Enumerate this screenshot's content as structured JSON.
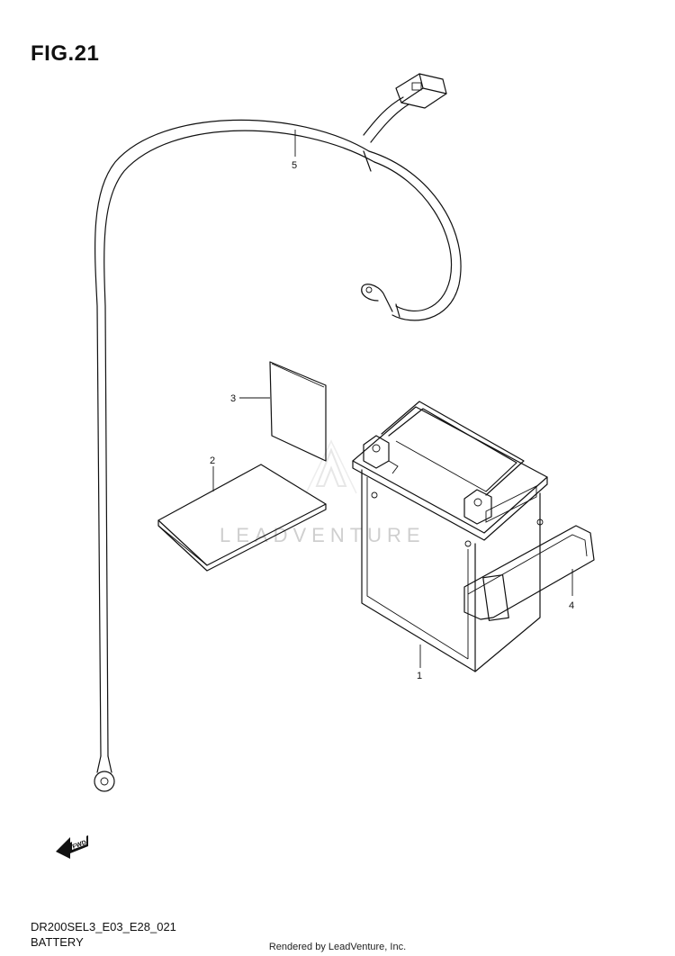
{
  "figure": {
    "title": "FIG.21",
    "code": "DR200SEL3_E03_E28_021",
    "name": "BATTERY",
    "footer": "Rendered by LeadVenture, Inc.",
    "watermark": "LEADVENTURE",
    "fwd_label": "FWD"
  },
  "callouts": [
    {
      "id": "1",
      "label": "1"
    },
    {
      "id": "2",
      "label": "2"
    },
    {
      "id": "3",
      "label": "3"
    },
    {
      "id": "4",
      "label": "4"
    },
    {
      "id": "5",
      "label": "5"
    }
  ],
  "icons": {
    "fwd": "fwd-arrow-icon",
    "watermark_logo": "leadventure-logo-icon"
  },
  "colors": {
    "line": "#111111",
    "watermark": "#cfcfcf",
    "background": "#ffffff"
  }
}
